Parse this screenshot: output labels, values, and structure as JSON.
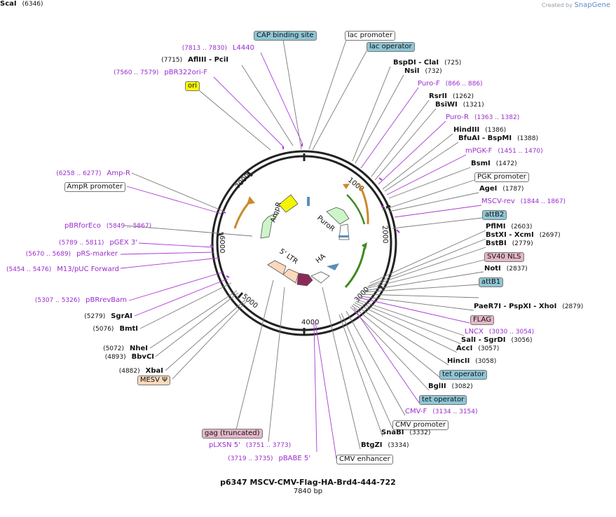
{
  "header": {
    "created_by": "Created by",
    "brand": "SnapGene"
  },
  "plasmid": {
    "name": "p6347 MSCV-CMV-Flag-HA-Brd4-444-722",
    "length": "7840 bp"
  },
  "ticks": [
    "1000",
    "2000",
    "3000",
    "4000",
    "5000",
    "6000",
    "7000"
  ],
  "inner_labels": {
    "ampr": "AmpR",
    "puror": "PuroR",
    "ltr": "5' LTR",
    "ha": "HA"
  },
  "labels": [
    {
      "name": "label-cap-binding-site",
      "kind": "box",
      "text": "CAP binding site",
      "bg": "#8fc6d6"
    },
    {
      "name": "label-lac-promoter",
      "kind": "box",
      "text": "lac promoter",
      "bg": "#ffffff"
    },
    {
      "name": "label-lac-operator",
      "kind": "box",
      "text": "lac operator",
      "bg": "#8fc6d6"
    },
    {
      "name": "label-l4440",
      "kind": "primer",
      "pos": "(7813 .. 7830)",
      "text": "L4440"
    },
    {
      "name": "label-afliii",
      "kind": "site",
      "pos": "(7715)",
      "text": "AflIII  - PciI"
    },
    {
      "name": "label-pbr322ori-f",
      "kind": "primer",
      "pos": "(7560 .. 7579)",
      "text": "pBR322ori-F"
    },
    {
      "name": "label-ori",
      "kind": "box",
      "text": "ori",
      "bg": "#f7f700"
    },
    {
      "name": "label-bspdi",
      "kind": "site",
      "text": "BspDI  - ClaI",
      "pos": "(725)"
    },
    {
      "name": "label-nsii",
      "kind": "site",
      "text": "NsiI",
      "pos": "(732)"
    },
    {
      "name": "label-puro-f",
      "kind": "primer",
      "text": "Puro-F",
      "pos": "(866 .. 886)"
    },
    {
      "name": "label-rsrii",
      "kind": "site",
      "text": "RsrII",
      "pos": "(1262)"
    },
    {
      "name": "label-bsiwi",
      "kind": "site",
      "text": "BsiWI",
      "pos": "(1321)"
    },
    {
      "name": "label-puro-r",
      "kind": "primer",
      "text": "Puro-R",
      "pos": "(1363 .. 1382)"
    },
    {
      "name": "label-hindiii",
      "kind": "site",
      "text": "HindIII",
      "pos": "(1386)"
    },
    {
      "name": "label-bfuai",
      "kind": "site",
      "text": "BfuAI  - BspMI",
      "pos": "(1388)"
    },
    {
      "name": "label-mpgk-f",
      "kind": "primer",
      "text": "mPGK-F",
      "pos": "(1451 .. 1470)"
    },
    {
      "name": "label-bsmi",
      "kind": "site",
      "text": "BsmI",
      "pos": "(1472)"
    },
    {
      "name": "label-pgk-promoter",
      "kind": "box",
      "text": "PGK promoter",
      "bg": "#ffffff"
    },
    {
      "name": "label-agei",
      "kind": "site",
      "text": "AgeI",
      "pos": "(1787)"
    },
    {
      "name": "label-mscv-rev",
      "kind": "primer",
      "text": "MSCV-rev",
      "pos": "(1844 .. 1867)"
    },
    {
      "name": "label-attb2",
      "kind": "box",
      "text": "attB2",
      "bg": "#8fc6d6"
    },
    {
      "name": "label-pflmi",
      "kind": "site",
      "text": "PflMI",
      "pos": "(2603)"
    },
    {
      "name": "label-bstxi",
      "kind": "site",
      "text": "BstXI  - XcmI",
      "pos": "(2697)"
    },
    {
      "name": "label-bstbi",
      "kind": "site",
      "text": "BstBI",
      "pos": "(2779)"
    },
    {
      "name": "label-sv40-nls",
      "kind": "box",
      "text": "SV40 NLS",
      "bg": "#e4b7c9"
    },
    {
      "name": "label-noti",
      "kind": "site",
      "text": "NotI",
      "pos": "(2837)"
    },
    {
      "name": "label-attb1",
      "kind": "box",
      "text": "attB1",
      "bg": "#8fc6d6"
    },
    {
      "name": "label-pae r7i",
      "kind": "site",
      "text": "PaeR7I  - PspXI  - XhoI",
      "pos": "(2879)"
    },
    {
      "name": "label-flag",
      "kind": "box",
      "text": "FLAG",
      "bg": "#e4b7c9"
    },
    {
      "name": "label-lncx",
      "kind": "primer",
      "text": "LNCX",
      "pos": "(3030 .. 3054)"
    },
    {
      "name": "label-sali",
      "kind": "site",
      "text": "SalI  - SgrDI",
      "pos": "(3056)"
    },
    {
      "name": "label-acci",
      "kind": "site",
      "text": "AccI",
      "pos": "(3057)"
    },
    {
      "name": "label-hincii",
      "kind": "site",
      "text": "HincII",
      "pos": "(3058)"
    },
    {
      "name": "label-tet-operator-1",
      "kind": "box",
      "text": "tet operator",
      "bg": "#8fc6d6"
    },
    {
      "name": "label-bglii",
      "kind": "site",
      "text": "BglII",
      "pos": "(3082)"
    },
    {
      "name": "label-tet-operator-2",
      "kind": "box",
      "text": "tet operator",
      "bg": "#8fc6d6"
    },
    {
      "name": "label-cmv-f",
      "kind": "primer",
      "text": "CMV-F",
      "pos": "(3134 .. 3154)"
    },
    {
      "name": "label-cmv-promoter",
      "kind": "box",
      "text": "CMV promoter",
      "bg": "#ffffff"
    },
    {
      "name": "label-snabi",
      "kind": "site",
      "text": "SnaBI",
      "pos": "(3332)"
    },
    {
      "name": "label-btgzi",
      "kind": "site",
      "text": "BtgZI",
      "pos": "(3334)"
    },
    {
      "name": "label-cmv-enhancer",
      "kind": "box",
      "text": "CMV enhancer",
      "bg": "#ffffff"
    },
    {
      "name": "label-pbabe-5",
      "kind": "primer",
      "text": "pBABE 5'",
      "pos": "(3719 .. 3735)"
    },
    {
      "name": "label-plxsn-5",
      "kind": "primer",
      "pos": "(3751 .. 3773)",
      "text": "pLXSN 5'"
    },
    {
      "name": "label-gag",
      "kind": "box",
      "text": "gag (truncated)",
      "bg": "#e4b7c9"
    },
    {
      "name": "label-mesv",
      "kind": "box",
      "text": "MESV Ψ",
      "bg": "#fbd9bd"
    },
    {
      "name": "label-xbai",
      "kind": "site",
      "pos": "(4882)",
      "text": "XbaI"
    },
    {
      "name": "label-bbvci",
      "kind": "site",
      "pos": "(4893)",
      "text": "BbvCI"
    },
    {
      "name": "label-nhei",
      "kind": "site",
      "pos": "(5072)",
      "text": "NheI"
    },
    {
      "name": "label-bmti",
      "kind": "site",
      "pos": "(5076)",
      "text": "BmtI"
    },
    {
      "name": "label-sgrai",
      "kind": "site",
      "pos": "(5279)",
      "text": "SgrAI"
    },
    {
      "name": "label-pbrrevbam",
      "kind": "primer",
      "pos": "(5307 .. 5326)",
      "text": "pBRrevBam"
    },
    {
      "name": "label-m13-puc-forward",
      "kind": "primer",
      "pos": "(5454 .. 5476)",
      "text": "M13/pUC Forward"
    },
    {
      "name": "label-prs-marker",
      "kind": "primer",
      "pos": "(5670 .. 5689)",
      "text": "pRS-marker"
    },
    {
      "name": "label-pgex-3",
      "kind": "primer",
      "pos": "(5789 .. 5811)",
      "text": "pGEX 3'"
    },
    {
      "name": "label-pbrforeco",
      "kind": "primer",
      "pos": "(5849 .. 5867)",
      "text": "pBRforEco"
    },
    {
      "name": "label-ampr-promoter",
      "kind": "box",
      "text": "AmpR promoter",
      "bg": "#ffffff"
    },
    {
      "name": "label-amp-r",
      "kind": "primer",
      "pos": "(6258 .. 6277)",
      "text": "Amp-R"
    },
    {
      "name": "label-scai",
      "kind": "site",
      "pos": "(6346)",
      "text": "ScaI"
    }
  ]
}
